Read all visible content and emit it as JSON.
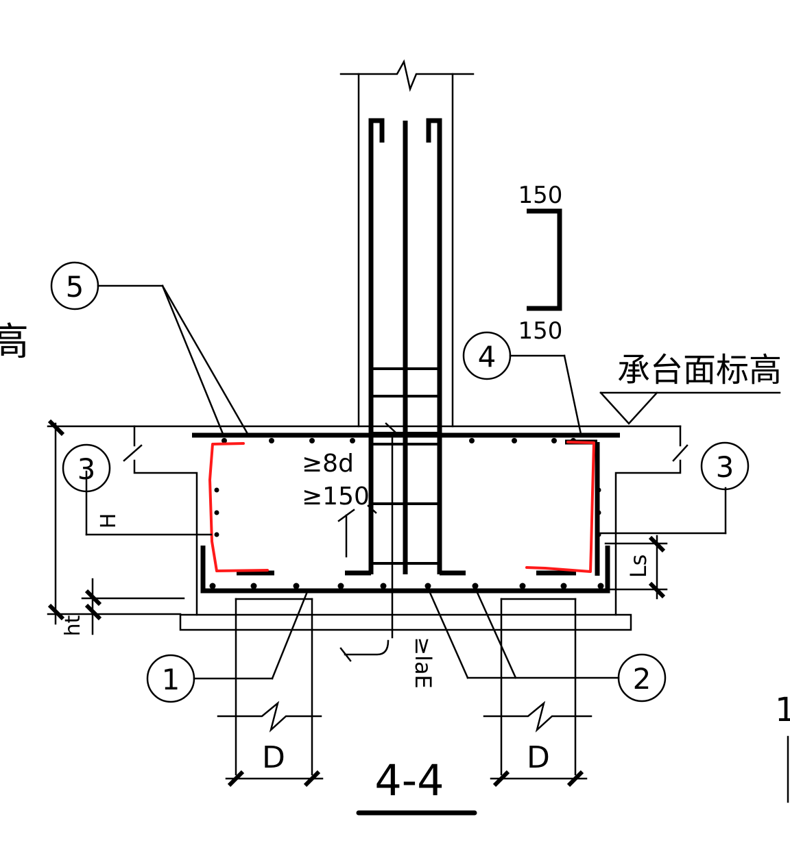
{
  "section_label": "4-4",
  "elevation_label": "承台面标高",
  "left_edge_fragment": "高",
  "right_edge_fragment": "1",
  "bend_dims": {
    "top": "150",
    "bottom": "150"
  },
  "anchorage": {
    "line1": "≥8d",
    "line2": "≥150"
  },
  "lae_label": "≥laE",
  "pile_width_label": "D",
  "cap_height_label": "H",
  "lap_label": "Ls",
  "ht_label": "ht",
  "markers": {
    "m1": "1",
    "m2": "2",
    "m3": "3",
    "m4": "4",
    "m5": "5"
  },
  "colors": {
    "line": "#000000",
    "highlight": "#ff1a1a",
    "background": "#ffffff"
  }
}
